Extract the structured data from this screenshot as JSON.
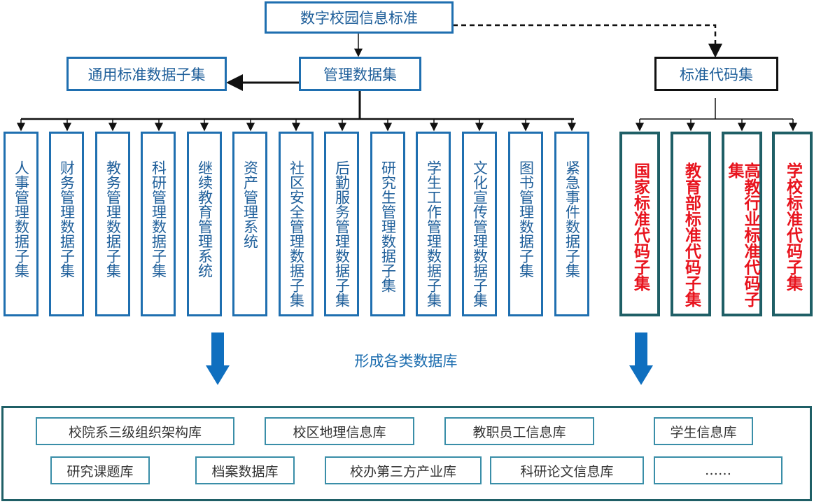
{
  "top": {
    "root": "数字校园信息标准"
  },
  "management": {
    "title": "管理数据集",
    "general_subset": "通用标准数据子集",
    "subsets": [
      "人事管理数据子集",
      "财务管理数据子集",
      "教务管理数据子集",
      "科研管理数据子集",
      "继续教育管理系统",
      "资产管理系统",
      "社区安全管理数据子集",
      "后勤服务管理数据子集",
      "研究生管理数据子集",
      "学生工作管理数据子集",
      "文化宣传管理数据子集",
      "图书管理数据子集",
      "紧急事件数据子集"
    ]
  },
  "codes": {
    "title": "标准代码集",
    "subsets": [
      "国家标准代码子集",
      "教育部标准代码子集",
      "高教行业标准代码子集",
      "学校标准代码子集"
    ]
  },
  "middle_label": "形成各类数据库",
  "databases": {
    "row1": [
      "校院系三级组织架构库",
      "校区地理信息库",
      "教职员工信息库",
      "学生信息库"
    ],
    "row2": [
      "研究课题库",
      "档案数据库",
      "校办第三方产业库",
      "科研论文信息库",
      "……"
    ]
  },
  "colors": {
    "blue": "#1f6fb0",
    "teal": "#1f5f66",
    "red": "#e8141e",
    "arrow": "#0f6fbf"
  }
}
